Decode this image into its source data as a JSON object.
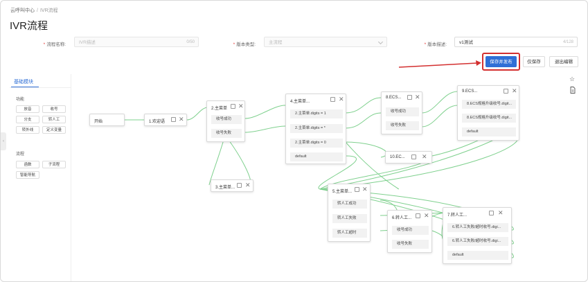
{
  "breadcrumb": {
    "root": "云呼叫中心",
    "sep": "/",
    "current": "IVR流程"
  },
  "page_title": "IVR流程",
  "form": {
    "flow_name_label": "流程名称:",
    "flow_name_value": "IVR描述",
    "flow_name_count": "0/50",
    "version_type_label": "版本类型:",
    "version_type_value": "主流程",
    "version_desc_label": "版本描述:",
    "version_desc_value": "v1测试",
    "version_desc_count": "4/128"
  },
  "buttons": {
    "save_publish": "保存并发布",
    "save_only": "仅保存",
    "exit_edit": "退出编辑"
  },
  "colors": {
    "accent": "#2f6fd6",
    "annotation": "#d32f2f",
    "connector": "#7ed08d"
  },
  "panel": {
    "tab": "基础模块",
    "function_title": "功能",
    "function_items": [
      "放音",
      "收号",
      "分支",
      "转人工",
      "转外线",
      "定义变量"
    ],
    "flow_title": "流程",
    "flow_items": [
      "函数",
      "子流程",
      "智能导航"
    ]
  },
  "canvas_icons": {
    "star": "star-icon",
    "doc": "document-icon"
  },
  "nodes": {
    "start": {
      "title": "开始"
    },
    "n1": {
      "title": "1.欢迎语"
    },
    "n2": {
      "title": "2.主菜单",
      "rows": [
        "收号成功",
        "收号失败"
      ]
    },
    "n3": {
      "title": "3.主菜单..."
    },
    "n4": {
      "title": "4.主菜单...",
      "rows": [
        "2.主菜单.digits = 1",
        "2.主菜单.digits = *",
        "2.主菜单.digits = 0",
        "default"
      ]
    },
    "n5": {
      "title": "5.主菜单...",
      "rows": [
        "转人工成功",
        "转人工失败",
        "转人工超时"
      ]
    },
    "n6": {
      "title": "6.转人工...",
      "rows": [
        "收号成功",
        "收号失败"
      ]
    },
    "n7": {
      "title": "7.转人工...",
      "rows": [
        "6.转人工失败/超时收号.digi...",
        "6.转人工失败/超时收号.digi...",
        "default"
      ]
    },
    "n8": {
      "title": "8.ECS...",
      "rows": [
        "收号成功",
        "收号失败"
      ]
    },
    "n9": {
      "title": "9.ECS...",
      "rows": [
        "8.ECS规格升级收号.digit...",
        "8.ECS规格升级收号.digit...",
        "default"
      ]
    },
    "n10": {
      "title": "10.EC..."
    }
  }
}
